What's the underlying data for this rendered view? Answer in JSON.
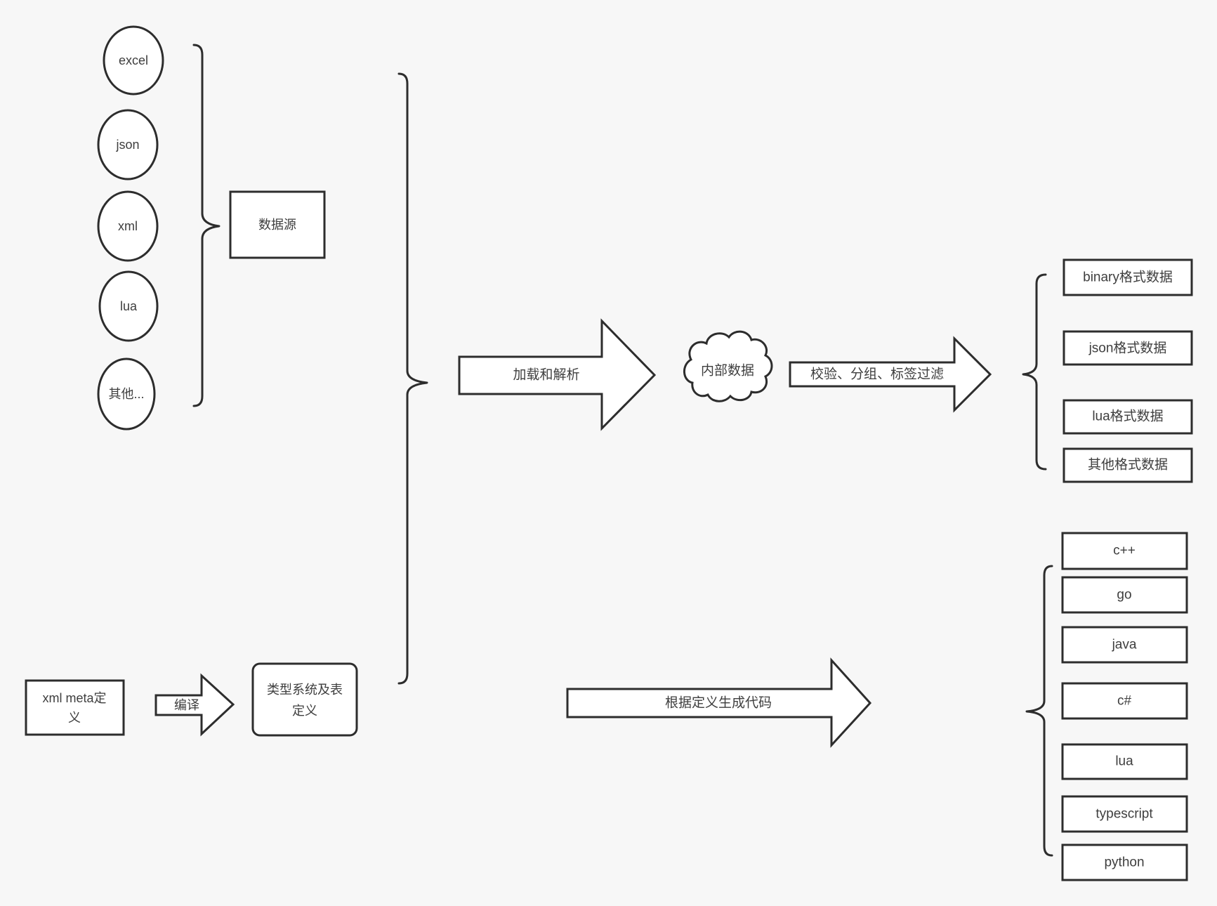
{
  "diagram": {
    "colors": {
      "background": "#f7f7f7",
      "shape_fill": "#ffffff",
      "stroke": "#2d2d2d",
      "text": "#3e3e3e"
    },
    "sources": {
      "items": [
        "excel",
        "json",
        "xml",
        "lua",
        "其他..."
      ],
      "group_box_label": "数据源"
    },
    "meta_pipeline": {
      "xml_meta_box_lines": [
        "xml meta定",
        "义"
      ],
      "compile_arrow_label": "编译",
      "type_system_box_lines": [
        "类型系统及表",
        "定义"
      ]
    },
    "flow": {
      "load_parse_arrow_label": "加载和解析",
      "internal_data_cloud_label": "内部数据",
      "validate_arrow_label": "校验、分组、标签过滤",
      "generate_code_arrow_label": "根据定义生成代码"
    },
    "output_formats": [
      "binary格式数据",
      "json格式数据",
      "lua格式数据",
      "其他格式数据"
    ],
    "languages": [
      "c++",
      "go",
      "java",
      "c#",
      "lua",
      "typescript",
      "python"
    ]
  }
}
